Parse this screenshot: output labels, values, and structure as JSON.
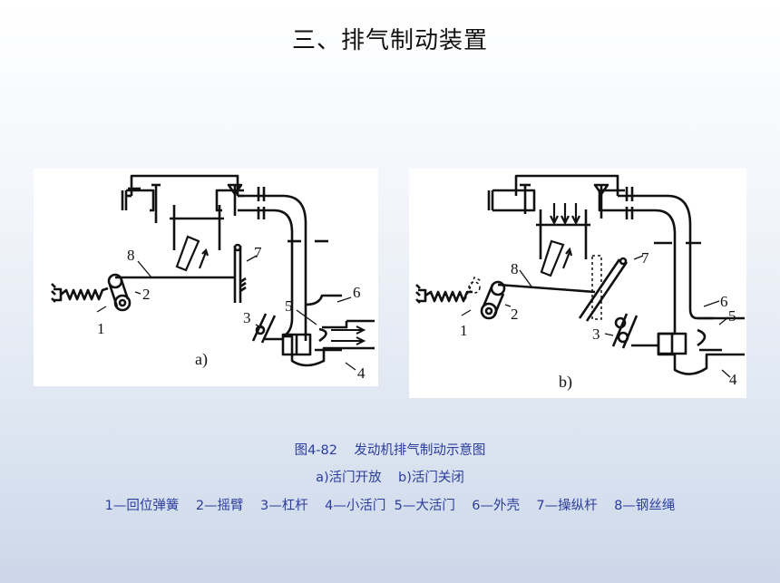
{
  "slide": {
    "title": "三、排气制动装置"
  },
  "figure_a": {
    "sublabel": "a)",
    "numbers": [
      "1",
      "2",
      "3",
      "4",
      "5",
      "6",
      "7",
      "8"
    ]
  },
  "figure_b": {
    "sublabel": "b)",
    "numbers": [
      "1",
      "2",
      "3",
      "4",
      "5",
      "6",
      "7",
      "8"
    ]
  },
  "caption": {
    "line1": "图4-82    发动机排气制动示意图",
    "line2": "a)活门开放    b)活门关闭",
    "line3": "1—回位弹簧    2—摇臂    3—杠杆    4—小活门  5—大活门    6—外壳    7—操纵杆    8—钢丝绳"
  }
}
